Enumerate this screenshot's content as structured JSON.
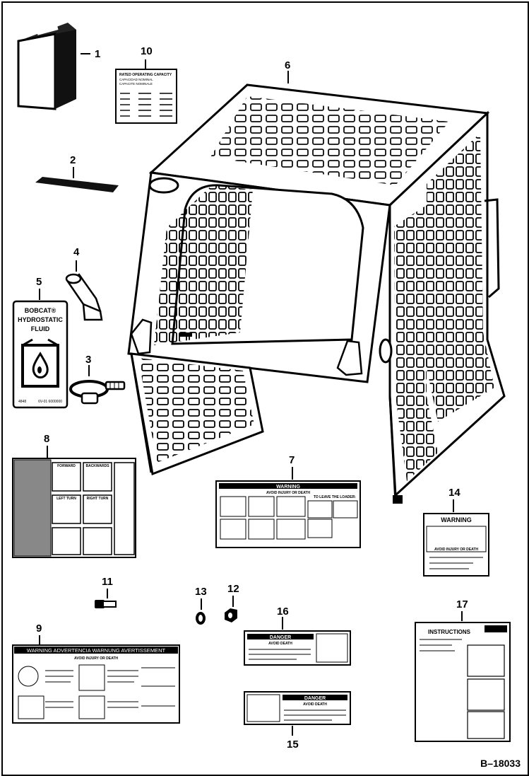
{
  "drawing_code": "B–18033",
  "callouts": {
    "c1": "1",
    "c2": "2",
    "c3": "3",
    "c4": "4",
    "c5": "5",
    "c6": "6",
    "c7": "7",
    "c8": "8",
    "c9": "9",
    "c10": "10",
    "c11": "11",
    "c12": "12",
    "c13": "13",
    "c14": "14",
    "c15": "15",
    "c16": "16",
    "c17": "17"
  },
  "decals": {
    "fluid": {
      "line1": "BOBCAT®",
      "line2": "HYDROSTATIC",
      "line3": "FLUID",
      "code_left": "4848",
      "code_right": "6V-01  6000000"
    },
    "rated_capacity": {
      "title": "RATED OPERATING CAPACITY",
      "sub1": "CAPACIDAD NOMINAL",
      "sub2": "CAPACITE NOMINALE"
    },
    "controls": {
      "forward": "FORWARD",
      "backwards": "BACKWARDS",
      "left_turn": "LEFT TURN",
      "right_turn": "RIGHT TURN"
    },
    "warning_left": {
      "header": "WARNING",
      "sub": "AVOID INJURY OR DEATH",
      "leave": "TO LEAVE THE LOADER:"
    },
    "warning_multilang": {
      "header": "WARNING  ADVERTENCIA  WARNUNG  AVERTISSEMENT",
      "sub": "AVOID INJURY OR DEATH"
    },
    "warning_right": {
      "header": "WARNING",
      "sub": "AVOID INJURY OR DEATH"
    },
    "danger_upper": {
      "header": "DANGER",
      "sub": "AVOID DEATH"
    },
    "danger_lower": {
      "header": "DANGER",
      "sub": "AVOID DEATH"
    },
    "instructions": {
      "header": "INSTRUCTIONS"
    }
  }
}
